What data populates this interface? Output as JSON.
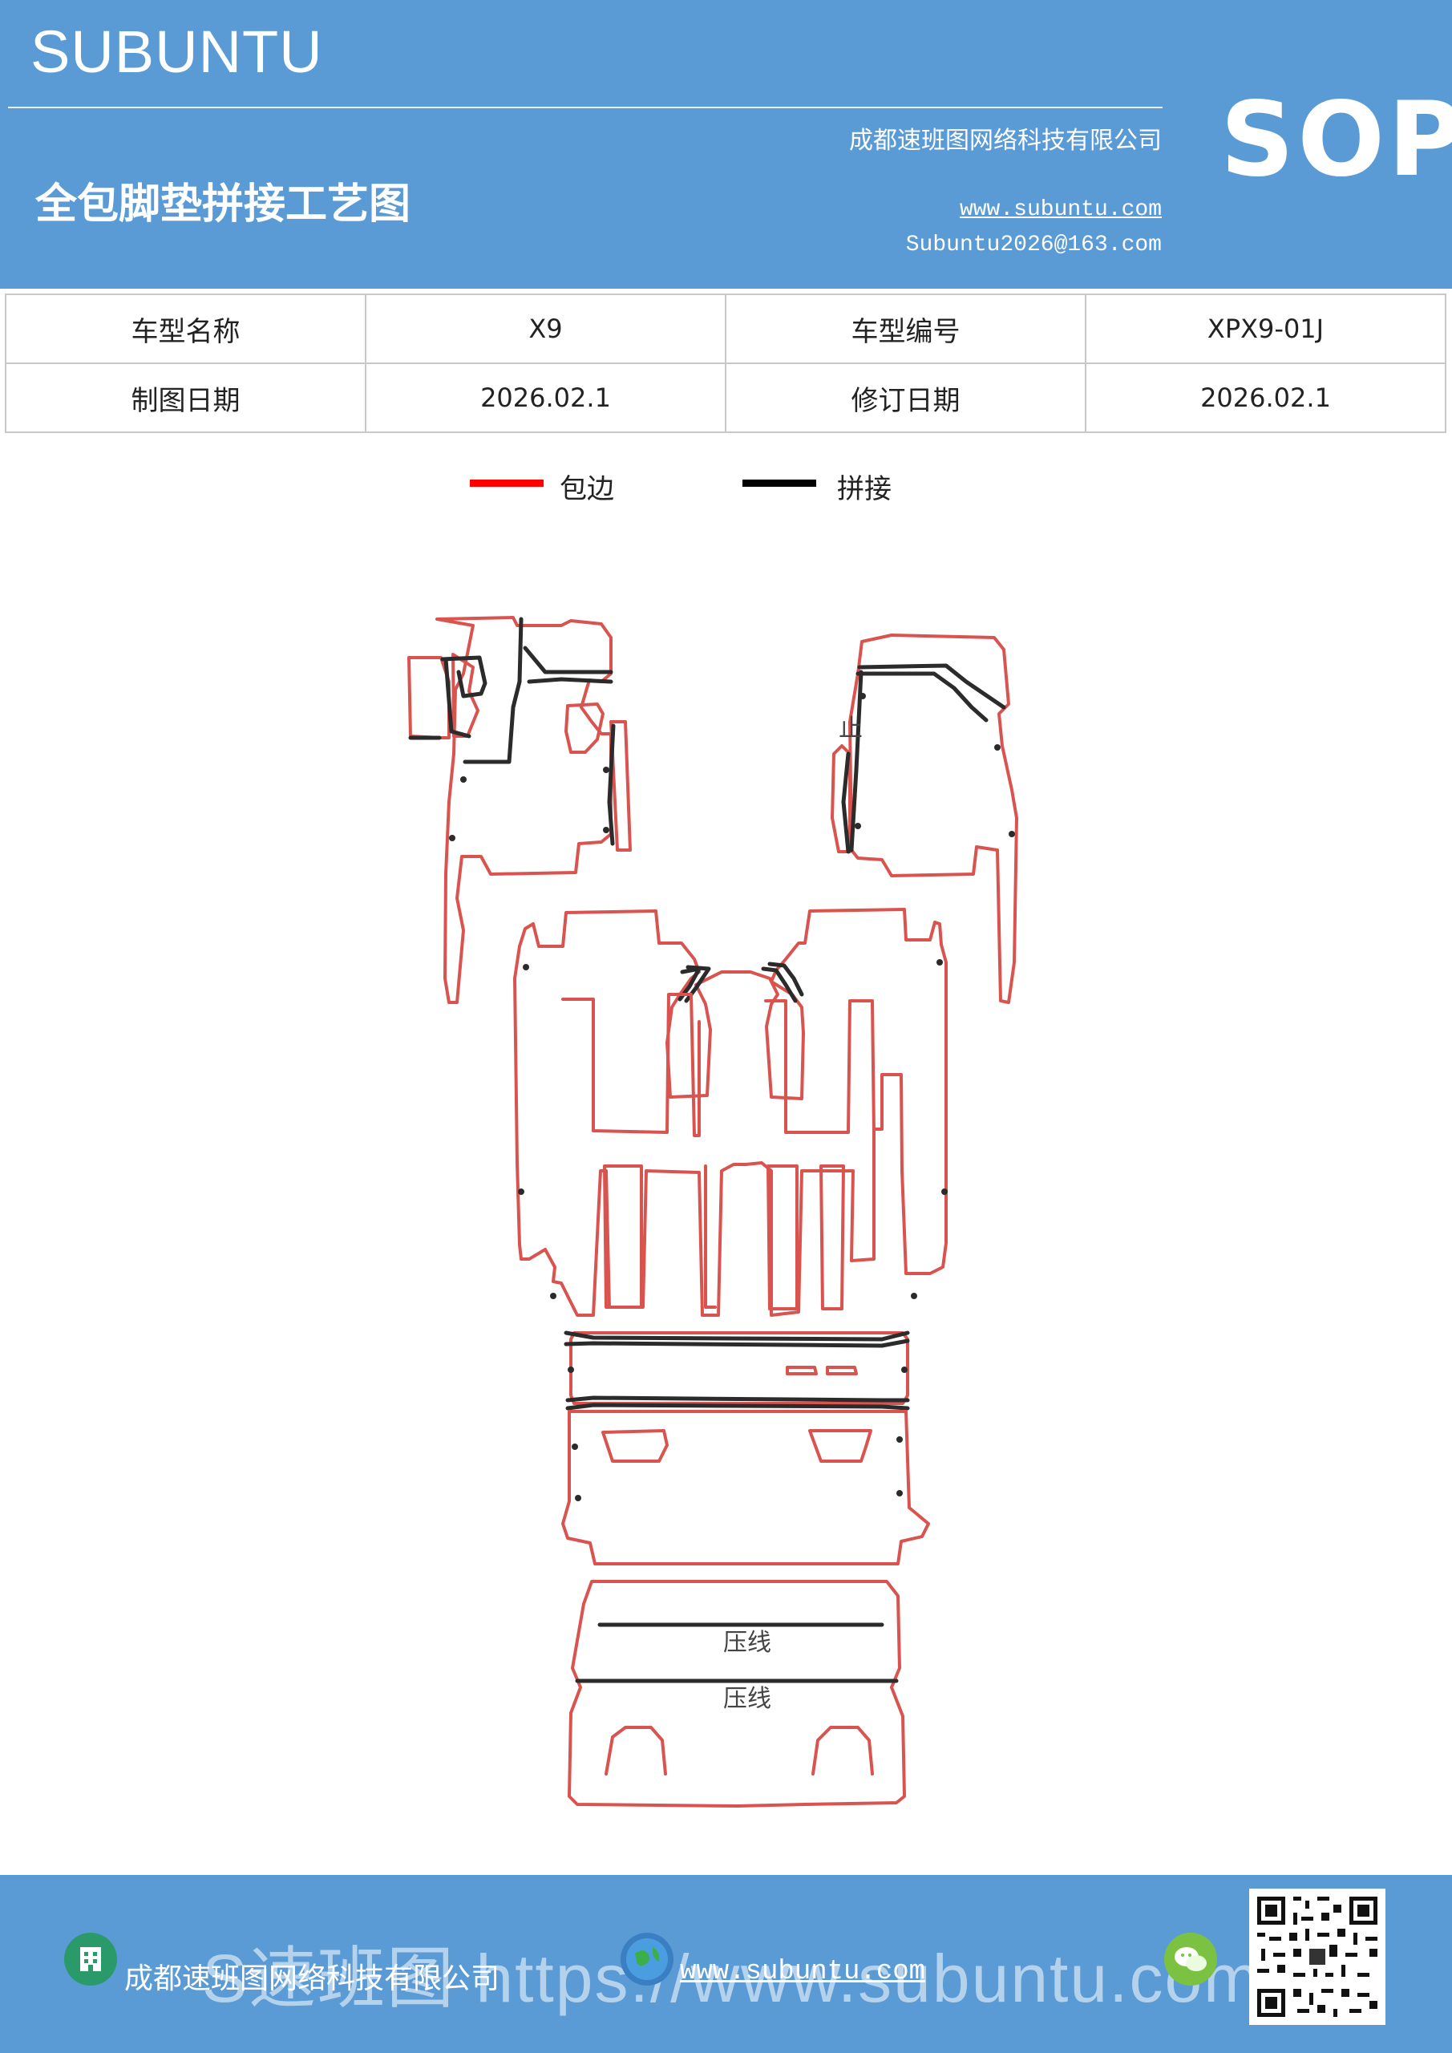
{
  "header": {
    "brand": "SUBUNTU",
    "company": "成都速班图网络科技有限公司",
    "title": "全包脚垫拼接工艺图",
    "website": "www.subuntu.com",
    "email": "Subuntu2026@163.com",
    "badge": "SOP",
    "background_color": "#5b9bd5"
  },
  "info_table": {
    "rows": [
      [
        {
          "label": "车型名称",
          "value": "X9"
        },
        {
          "label": "车型编号",
          "value": "XPX9-01J"
        }
      ],
      [
        {
          "label": "制图日期",
          "value": "2026.02.1"
        },
        {
          "label": "修订日期",
          "value": "2026.02.1"
        }
      ]
    ]
  },
  "legend": [
    {
      "label": "包边",
      "color": "#ff0000"
    },
    {
      "label": "拼接",
      "color": "#000000"
    }
  ],
  "diagram": {
    "edge_color": "#d9534f",
    "seam_color": "#2b2b2b",
    "marks": {
      "side_mark": "止",
      "press_line_1": "压线",
      "press_line_2": "压线"
    }
  },
  "footer": {
    "company": "成都速班图网络科技有限公司",
    "website": "www.subuntu.com",
    "watermark": "S速班图 https://www.subuntu.com",
    "icons": [
      "building-icon",
      "globe-icon",
      "wechat-icon",
      "qr-code"
    ]
  }
}
